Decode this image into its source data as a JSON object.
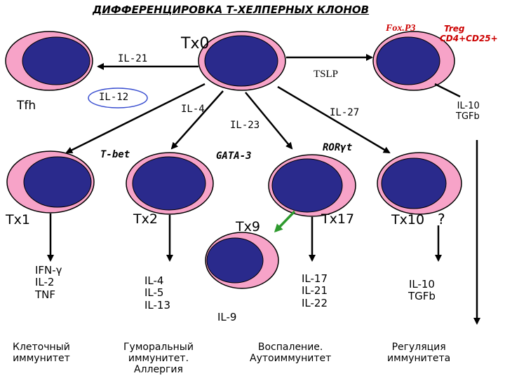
{
  "title": "ДИФФЕРЕНЦИРОВКА Т-ХЕЛПЕРНЫХ КЛОНОВ",
  "cells": {
    "th0": "Тх0",
    "tfh": "Tfh",
    "th1": "Тх1",
    "th2": "Тх2",
    "th9": "Тх9",
    "th17": "Тх17",
    "th10": "Тх10",
    "th10_question": "?"
  },
  "signals": {
    "il21": "IL-21",
    "il12": "IL-12",
    "il4": "IL-4",
    "il23": "IL-23",
    "il27": "IL-27",
    "tslp": "TSLP",
    "il10_tgfb_top": [
      "IL-10",
      "TGFb"
    ]
  },
  "transcription_factors": {
    "foxp3": "Fox.P3",
    "tbet": "T-bet",
    "gata3": "GATA-3",
    "rorgt": "RORγt"
  },
  "treg": [
    "Treg",
    "CD4+CD25+"
  ],
  "cytokines": {
    "th1": [
      "IFN-γ",
      "IL-2",
      "TNF"
    ],
    "th2": [
      "IL-4",
      "IL-5",
      "IL-13"
    ],
    "th9": [
      "IL-9"
    ],
    "th17": [
      "IL-17",
      "IL-21",
      "IL-22"
    ],
    "th10": [
      "IL-10",
      "TGFb"
    ]
  },
  "functions": {
    "th1": [
      "Клеточный",
      "иммунитет"
    ],
    "th2": [
      "Гуморальный",
      "иммунитет.",
      "Аллергия"
    ],
    "th17": [
      "Воспаление.",
      "Аутоиммунитет"
    ],
    "th10": [
      "Регуляция",
      "иммунитета"
    ]
  },
  "colors": {
    "membrane": "#f7a3c8",
    "nucleus": "#2a2a8c",
    "outline": "#000000",
    "foxp3_text": "#cc0000",
    "il9_arrow": "#2e9a2e",
    "il12_oval": "#3a4fd0"
  }
}
